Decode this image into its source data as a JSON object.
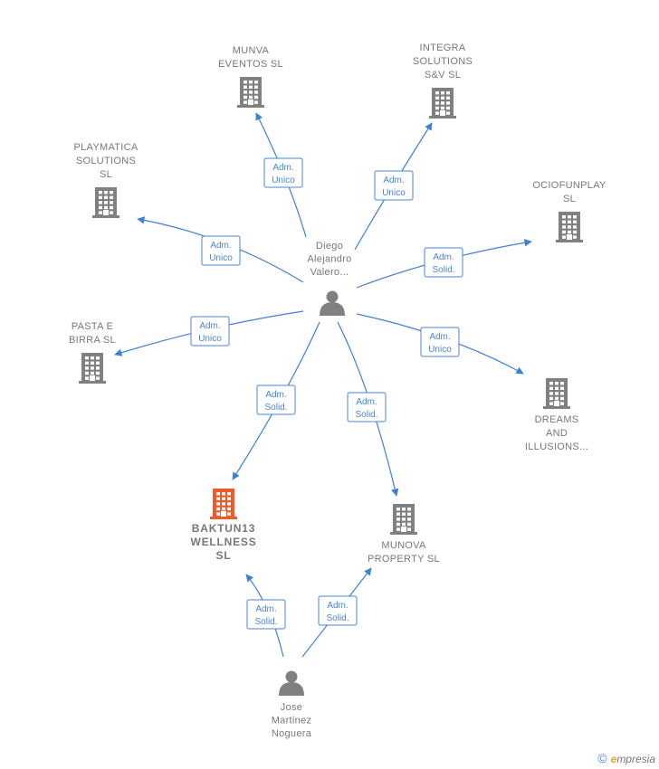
{
  "colors": {
    "edge": "#3f7fd6",
    "building": "#808080",
    "highlight": "#f05a28",
    "person": "#808080"
  },
  "persons": [
    {
      "id": "diego",
      "lines": [
        "Diego",
        "Alejandro",
        "Valero..."
      ]
    },
    {
      "id": "jose",
      "lines": [
        "Jose",
        "Martinez",
        "Noguera"
      ]
    }
  ],
  "companies": [
    {
      "id": "munva",
      "lines": [
        "MUNVA",
        "EVENTOS  SL"
      ],
      "highlight": false
    },
    {
      "id": "integra",
      "lines": [
        "INTEGRA",
        "SOLUTIONS",
        "S&V  SL"
      ],
      "highlight": false
    },
    {
      "id": "playmatica",
      "lines": [
        "PLAYMATICA",
        "SOLUTIONS",
        "SL"
      ],
      "highlight": false
    },
    {
      "id": "ociofunplay",
      "lines": [
        "OCIOFUNPLAY",
        "SL"
      ],
      "highlight": false
    },
    {
      "id": "pasta",
      "lines": [
        "PASTA E",
        "BIRRA SL"
      ],
      "highlight": false
    },
    {
      "id": "dreams",
      "lines": [
        "DREAMS",
        "AND",
        "ILLUSIONS..."
      ],
      "highlight": false
    },
    {
      "id": "baktun",
      "lines": [
        "BAKTUN13",
        "WELLNESS",
        "SL"
      ],
      "highlight": true
    },
    {
      "id": "munova",
      "lines": [
        "MUNOVA",
        "PROPERTY  SL"
      ],
      "highlight": false
    }
  ],
  "relations": [
    {
      "from": "diego",
      "to": "munva",
      "lines": [
        "Adm.",
        "Unico"
      ]
    },
    {
      "from": "diego",
      "to": "integra",
      "lines": [
        "Adm.",
        "Unico"
      ]
    },
    {
      "from": "diego",
      "to": "playmatica",
      "lines": [
        "Adm.",
        "Unico"
      ]
    },
    {
      "from": "diego",
      "to": "ociofunplay",
      "lines": [
        "Adm.",
        "Solid."
      ]
    },
    {
      "from": "diego",
      "to": "pasta",
      "lines": [
        "Adm.",
        "Unico"
      ]
    },
    {
      "from": "diego",
      "to": "dreams",
      "lines": [
        "Adm.",
        "Unico"
      ]
    },
    {
      "from": "diego",
      "to": "baktun",
      "lines": [
        "Adm.",
        "Solid."
      ]
    },
    {
      "from": "diego",
      "to": "munova",
      "lines": [
        "Adm.",
        "Solid."
      ]
    },
    {
      "from": "jose",
      "to": "baktun",
      "lines": [
        "Adm.",
        "Solid."
      ]
    },
    {
      "from": "jose",
      "to": "munova",
      "lines": [
        "Adm.",
        "Solid."
      ]
    }
  ],
  "footer": {
    "copyright_symbol": "©",
    "brand_initial": "e",
    "brand_rest": "mpresia"
  }
}
